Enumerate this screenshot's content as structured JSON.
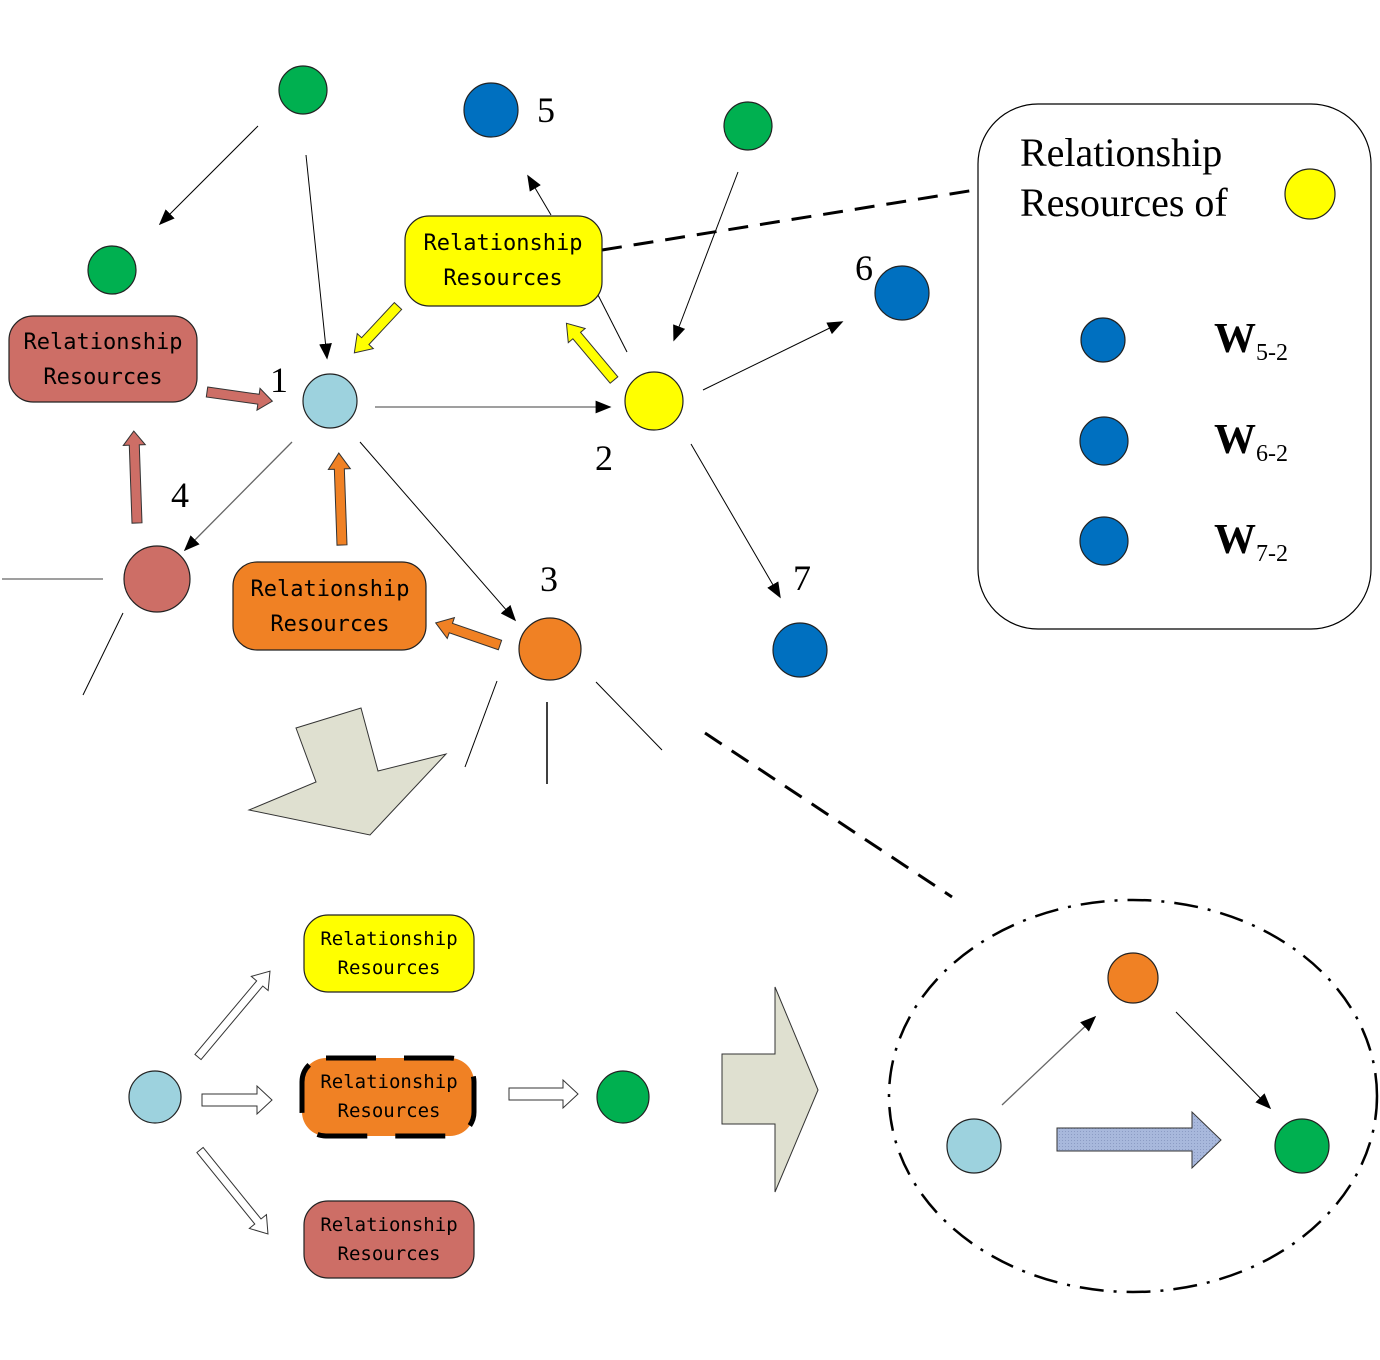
{
  "colors": {
    "green": "#00b050",
    "blue": "#0070c0",
    "lightblue": "#9dd2de",
    "yellow": "#ffff00",
    "orange": "#f08124",
    "red": "#cd6e66",
    "gray_arrow": "#dfe0d0",
    "blue_arrow": "#a8b8dc"
  },
  "top_network": {
    "node_labels": {
      "n1": "1",
      "n2": "2",
      "n3": "3",
      "n4": "4",
      "n5": "5",
      "n6": "6",
      "n7": "7"
    },
    "resource_boxes": {
      "red": [
        "Relationship",
        "Resources"
      ],
      "yellow": [
        "Relationship",
        "Resources"
      ],
      "orange": [
        "Relationship",
        "Resources"
      ]
    }
  },
  "legend": {
    "title_line1": "Relationship",
    "title_line2": "Resources of",
    "items": [
      {
        "symbol": "W",
        "subscript": "5-2"
      },
      {
        "symbol": "W",
        "subscript": "6-2"
      },
      {
        "symbol": "W",
        "subscript": "7-2"
      }
    ]
  },
  "bottom_flow": {
    "boxes": [
      {
        "color": "yellow",
        "line1": "Relationship",
        "line2": "Resources"
      },
      {
        "color": "orange",
        "line1": "Relationship",
        "line2": "Resources",
        "highlighted": true
      },
      {
        "color": "red",
        "line1": "Relationship",
        "line2": "Resources"
      }
    ]
  }
}
